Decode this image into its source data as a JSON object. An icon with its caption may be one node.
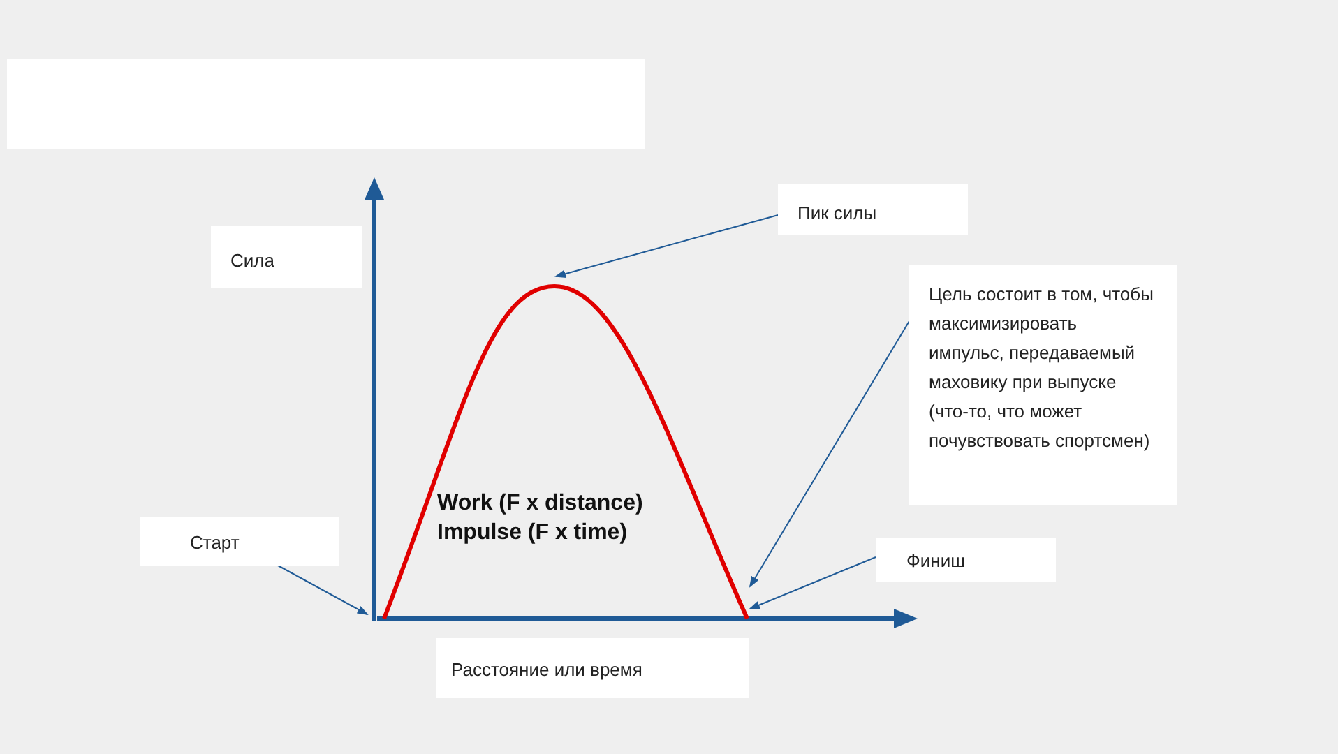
{
  "diagram": {
    "nodes": [
      {
        "text": [],
        "shape": "box"
      },
      {
        "text": [
          "Сила"
        ]
      },
      {
        "text": [
          "Пик силы"
        ]
      },
      {
        "text": [
          "Цель состоит в том, чтобы максимизировать импульс, передаваемый маховику при выпуске (что-то, что может почувствовать спортсмен)"
        ]
      },
      {
        "text": [
          "Старт"
        ]
      },
      {
        "text": [
          "Финиш"
        ]
      },
      {
        "text": [
          "Расстояние или время"
        ]
      },
      {
        "text": [],
        "shape": "curve"
      }
    ],
    "edges": [
      {
        "from": 2,
        "to": 7,
        "arrow": "to"
      },
      {
        "from": 3,
        "to": 7,
        "arrow": "to"
      },
      {
        "from": 4,
        "to": 7,
        "arrow": "to"
      },
      {
        "from": 5,
        "to": 7,
        "arrow": "to"
      }
    ],
    "labels": [
      "Work (F x distance)",
      "Impulse (F x time)"
    ]
  }
}
